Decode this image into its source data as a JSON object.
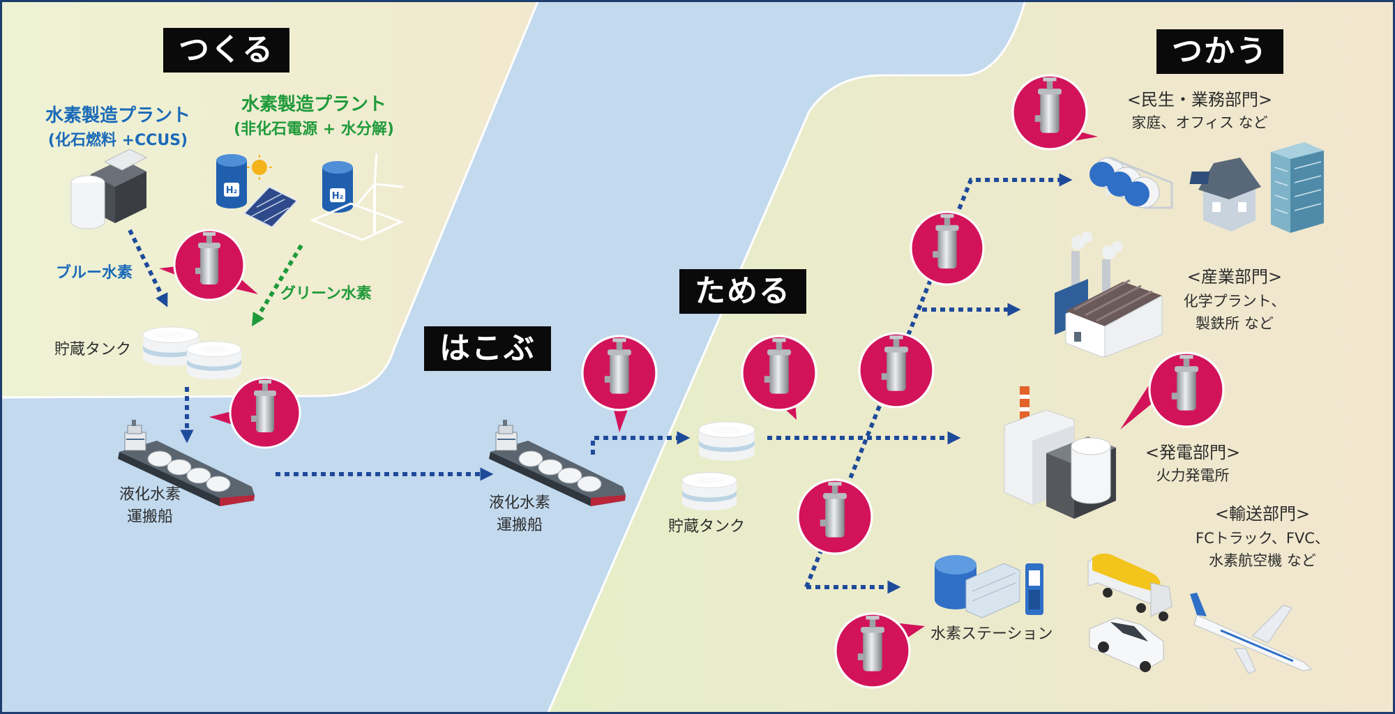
{
  "stages": {
    "make": "つくる",
    "carry": "はこぶ",
    "store": "ためる",
    "use": "つかう"
  },
  "plants": {
    "blue_plant_title": "水素製造プラント",
    "blue_plant_sub": "(化石燃料 +CCUS)",
    "green_plant_title": "水素製造プラント",
    "green_plant_sub": "(非化石電源 + 水分解)",
    "blue_hydrogen": "ブルー水素",
    "green_hydrogen": "グリーン水素",
    "h2_mark": "H₂"
  },
  "facilities": {
    "storage_tank_left": "貯蔵タンク",
    "ship_left_line1": "液化水素",
    "ship_left_line2": "運搬船",
    "ship_right_line1": "液化水素",
    "ship_right_line2": "運搬船",
    "storage_tank_right": "貯蔵タンク",
    "hydrogen_station": "水素ステーション"
  },
  "sectors": {
    "residential_title": "<民生・業務部門>",
    "residential_detail": "家庭、オフィス など",
    "industry_title": "<産業部門>",
    "industry_detail1": "化学プラント、",
    "industry_detail2": "製鉄所 など",
    "power_title": "<発電部門>",
    "power_detail": "火力発電所",
    "transport_title": "<輸送部門>",
    "transport_detail1": "FCトラック、FVC、",
    "transport_detail2": "水素航空機 など"
  },
  "colors": {
    "land": "#e8eecb",
    "sea": "#c2d9ee",
    "border": "#1c3d6e",
    "arrow": "#1e4a9a",
    "marker": "#d2135a",
    "blue_text": "#1a6ab8",
    "green_text": "#1f9a3a"
  },
  "icons": {
    "component_marker": "cylinder-component-icon",
    "ship": "lh2-ship-icon"
  }
}
